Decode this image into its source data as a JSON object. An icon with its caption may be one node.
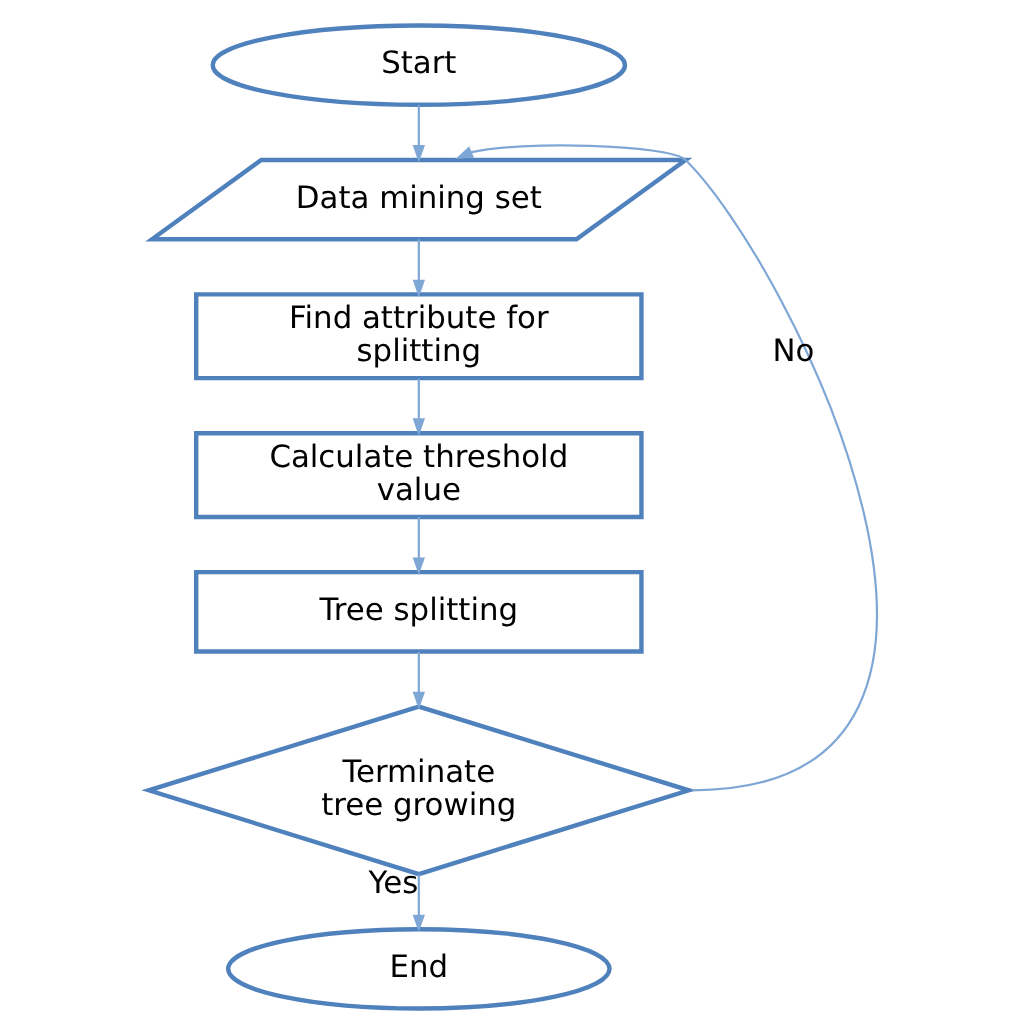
{
  "diagram": {
    "nodes": [
      {
        "text": [
          "Start"
        ]
      },
      {
        "text": [
          "Data mining set"
        ]
      },
      {
        "text": [
          "Find attribute for splitting"
        ]
      },
      {
        "text": [
          "Calculate threshold value"
        ]
      },
      {
        "text": [
          "Tree splitting"
        ]
      },
      {
        "text": [
          "Terminate tree growing"
        ]
      },
      {
        "text": [
          "End"
        ]
      }
    ],
    "edges": [
      {
        "from": 0,
        "to": 1,
        "arrow": "to"
      },
      {
        "from": 1,
        "to": 2,
        "arrow": "to"
      },
      {
        "from": 2,
        "to": 3,
        "arrow": "to"
      },
      {
        "from": 3,
        "to": 4,
        "arrow": "to"
      },
      {
        "from": 4,
        "to": 5,
        "arrow": "to"
      },
      {
        "from": 5,
        "to": 1,
        "label": "No",
        "arrow": "to"
      },
      {
        "from": 5,
        "to": 6,
        "label": "Yes",
        "arrow": "to"
      }
    ]
  }
}
